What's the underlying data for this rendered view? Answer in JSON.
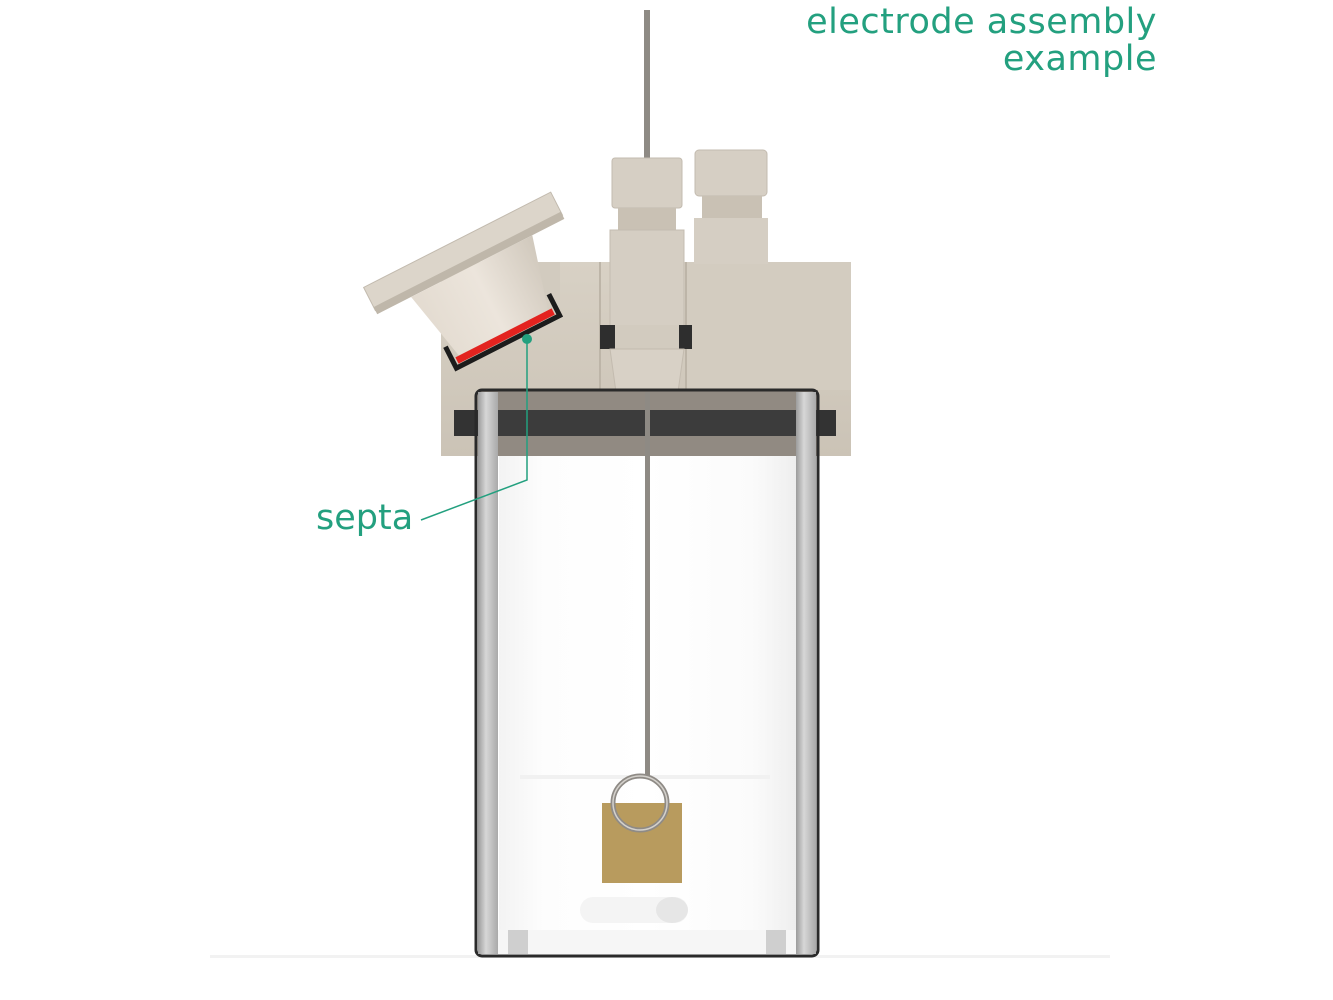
{
  "title": {
    "line1": "electrode assembly",
    "line2": "example"
  },
  "callouts": [
    {
      "label": "septa",
      "target": "septa-seal"
    }
  ],
  "colors": {
    "accent": "#23a07f",
    "cap_body": "#d4cdc1",
    "cap_shadow": "#c4bcaf",
    "septa": "#e3231f",
    "gasket": "#3a3a3a",
    "glass_wall": "#b9b9b9",
    "electrode_plate": "#b89b5e",
    "wire": "#8e8a84"
  }
}
